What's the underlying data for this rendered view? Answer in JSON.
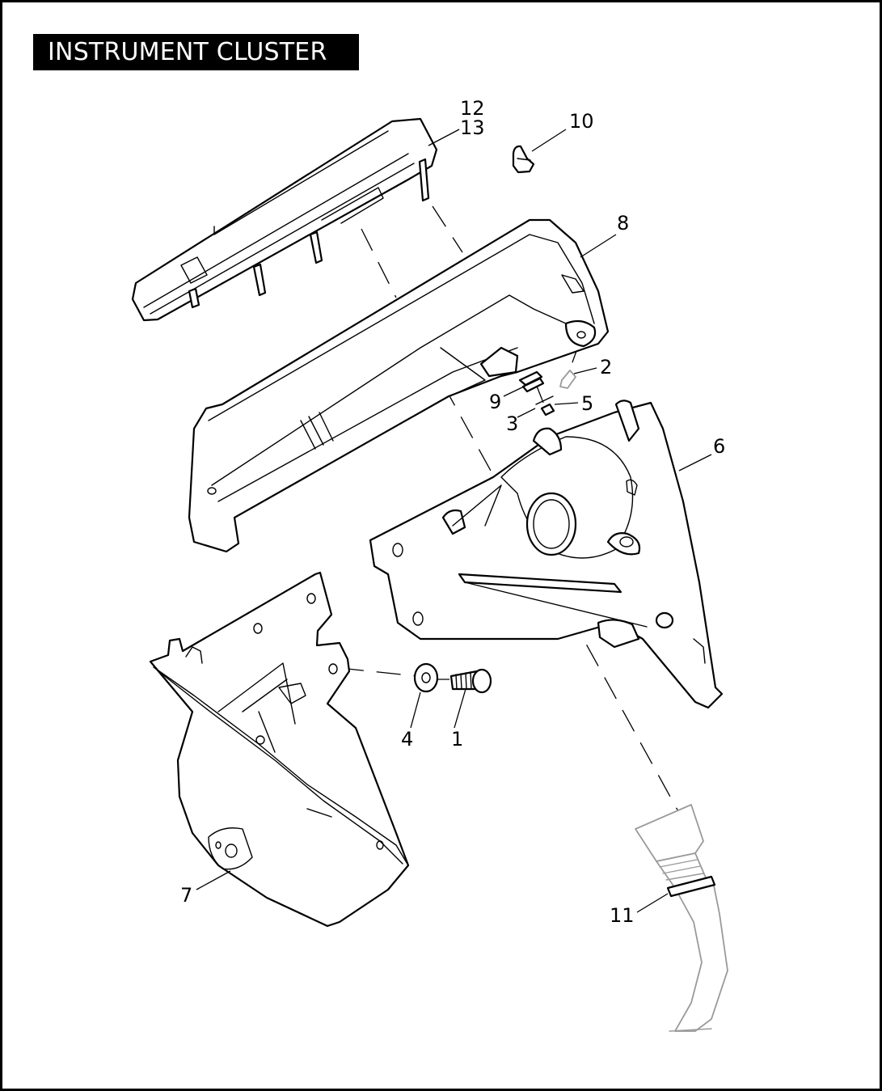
{
  "title": "INSTRUMENT CLUSTER",
  "callouts": {
    "c1": "1",
    "c2": "2",
    "c3": "3",
    "c4": "4",
    "c5": "5",
    "c6": "6",
    "c7": "7",
    "c8": "8",
    "c9": "9",
    "c10": "10",
    "c11": "11",
    "c12": "12",
    "c13": "13"
  },
  "colors": {
    "line": "#000000",
    "ghost_part": "#9a9a9a",
    "title_bg": "#000000",
    "title_text": "#ffffff"
  }
}
